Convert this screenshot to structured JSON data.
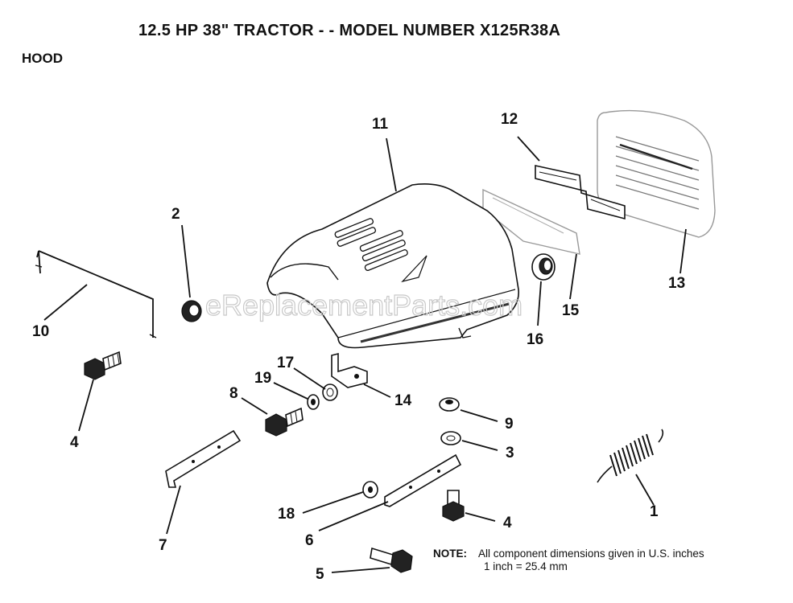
{
  "header": {
    "title": "12.5 HP 38\" TRACTOR - - MODEL NUMBER X125R38A",
    "section": "HOOD"
  },
  "watermark": "eReplacementParts.com",
  "callouts": [
    "1",
    "2",
    "3",
    "4",
    "4",
    "5",
    "6",
    "7",
    "8",
    "9",
    "10",
    "11",
    "12",
    "13",
    "14",
    "15",
    "16",
    "17",
    "18",
    "19"
  ],
  "note": {
    "label": "NOTE:",
    "line1": "All component dimensions given in U.S. inches",
    "line2": "1 inch = 25.4 mm"
  }
}
